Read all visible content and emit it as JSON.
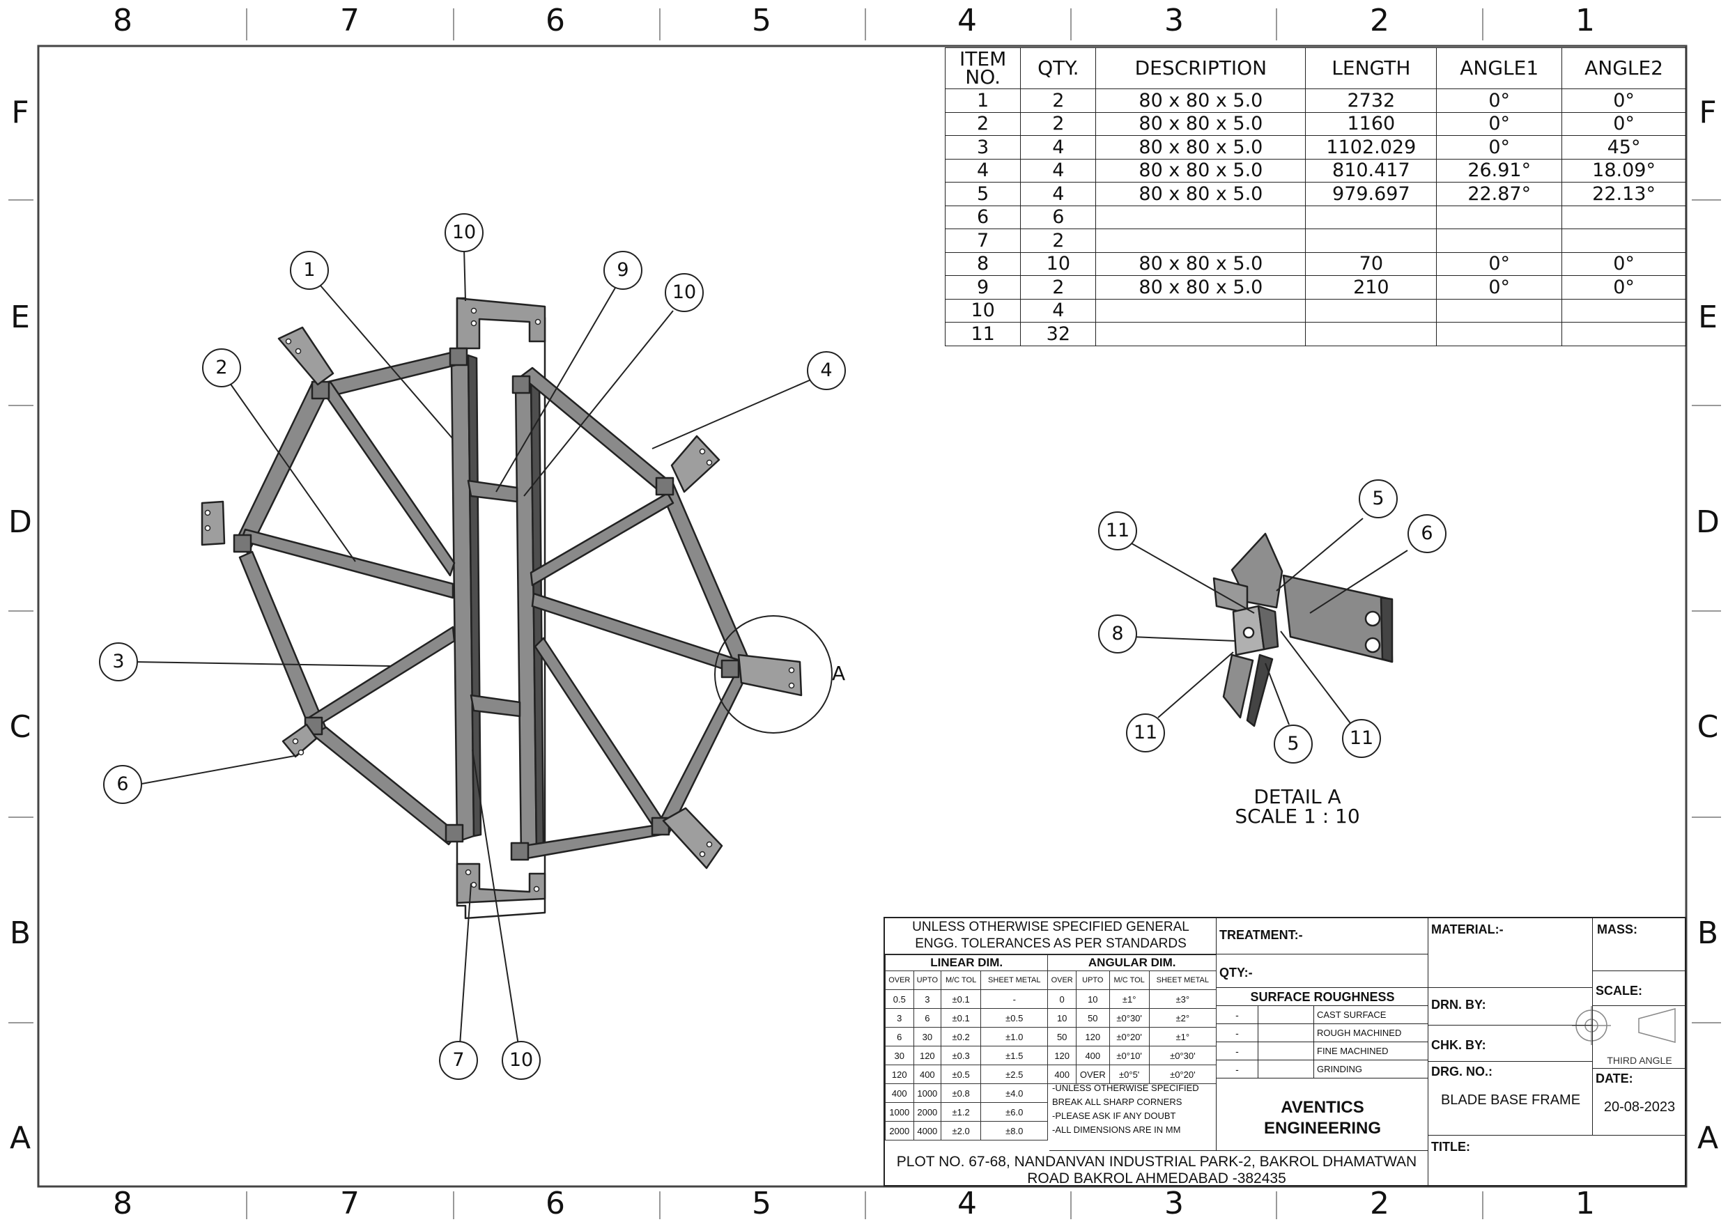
{
  "zones": {
    "columns": [
      "8",
      "7",
      "6",
      "5",
      "4",
      "3",
      "2",
      "1"
    ],
    "rows": [
      "F",
      "E",
      "D",
      "C",
      "B",
      "A"
    ]
  },
  "bom": {
    "headers": [
      "ITEM NO.",
      "QTY.",
      "DESCRIPTION",
      "LENGTH",
      "ANGLE1",
      "ANGLE2"
    ],
    "rows": [
      [
        "1",
        "2",
        "80 x 80 x 5.0",
        "2732",
        "0°",
        "0°"
      ],
      [
        "2",
        "2",
        "80 x 80 x 5.0",
        "1160",
        "0°",
        "0°"
      ],
      [
        "3",
        "4",
        "80 x 80 x 5.0",
        "1102.029",
        "0°",
        "45°"
      ],
      [
        "4",
        "4",
        "80 x 80 x 5.0",
        "810.417",
        "26.91°",
        "18.09°"
      ],
      [
        "5",
        "4",
        "80 x 80 x 5.0",
        "979.697",
        "22.87°",
        "22.13°"
      ],
      [
        "6",
        "6",
        "",
        "",
        "",
        ""
      ],
      [
        "7",
        "2",
        "",
        "",
        "",
        ""
      ],
      [
        "8",
        "10",
        "80 x 80 x 5.0",
        "70",
        "0°",
        "0°"
      ],
      [
        "9",
        "2",
        "80 x 80 x 5.0",
        "210",
        "0°",
        "0°"
      ],
      [
        "10",
        "4",
        "",
        "",
        "",
        ""
      ],
      [
        "11",
        "32",
        "",
        "",
        "",
        ""
      ]
    ]
  },
  "balloons_main": [
    "10",
    "1",
    "9",
    "10",
    "2",
    "4",
    "3",
    "6",
    "7",
    "10"
  ],
  "detail_circle_label": "A",
  "balloons_detail": [
    "11",
    "5",
    "6",
    "8",
    "11",
    "5",
    "11"
  ],
  "detail": {
    "title": "DETAIL A",
    "scale": "SCALE 1 : 10"
  },
  "title_block": {
    "general_line1": "UNLESS OTHERWISE SPECIFIED GENERAL",
    "general_line2": "ENGG. TOLERANCES AS PER STANDARDS",
    "linear_dim": "LINEAR DIM.",
    "angular_dim": "ANGULAR DIM.",
    "tol_headers": [
      "OVER",
      "UPTO",
      "M/C TOL",
      "SHEET METAL",
      "OVER",
      "UPTO",
      "M/C TOL",
      "SHEET METAL"
    ],
    "tol_rows": [
      [
        "0.5",
        "3",
        "±0.1",
        "-",
        "0",
        "10",
        "±1°",
        "±3°"
      ],
      [
        "3",
        "6",
        "±0.1",
        "±0.5",
        "10",
        "50",
        "±0°30'",
        "±2°"
      ],
      [
        "6",
        "30",
        "±0.2",
        "±1.0",
        "50",
        "120",
        "±0°20'",
        "±1°"
      ],
      [
        "30",
        "120",
        "±0.3",
        "±1.5",
        "120",
        "400",
        "±0°10'",
        "±0°30'"
      ],
      [
        "120",
        "400",
        "±0.5",
        "±2.5",
        "400",
        "OVER",
        "±0°5'",
        "±0°20'"
      ],
      [
        "400",
        "1000",
        "±0.8",
        "±4.0"
      ],
      [
        "1000",
        "2000",
        "±1.2",
        "±6.0"
      ],
      [
        "2000",
        "4000",
        "±2.0",
        "±8.0"
      ]
    ],
    "notes": [
      "-UNLESS OTHERWISE SPECIFIED",
      "BREAK ALL SHARP CORNERS",
      "-PLEASE ASK IF ANY DOUBT",
      "-ALL DIMENSIONS ARE IN MM"
    ],
    "treatment": "TREATMENT:-",
    "qty": "QTY:-",
    "surface_roughness": "SURFACE ROUGHNESS",
    "roughness_rows": [
      [
        "-",
        "CAST SURFACE"
      ],
      [
        "-",
        "ROUGH MACHINED"
      ],
      [
        "-",
        "FINE MACHINED"
      ],
      [
        "-",
        "GRINDING"
      ]
    ],
    "company_line1": "AVENTICS",
    "company_line2": "ENGINEERING",
    "address_line1": "PLOT NO. 67-68, NANDANVAN INDUSTRIAL PARK-2, BAKROL DHAMATWAN",
    "address_line2": "ROAD BAKROL AHMEDABAD -382435",
    "material": "MATERIAL:-",
    "mass": "MASS:",
    "scale": "SCALE:",
    "drn_by": "DRN. BY:",
    "chk_by": "CHK. BY:",
    "projection": "THIRD ANGLE",
    "drg_no": "DRG. NO.:",
    "drg_value": "BLADE BASE FRAME",
    "date": "DATE:",
    "date_value": "20-08-2023",
    "title": "TITLE:"
  }
}
